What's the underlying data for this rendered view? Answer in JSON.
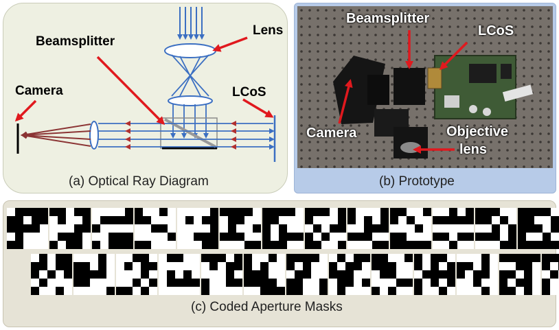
{
  "panel_a": {
    "caption": "(a) Optical Ray Diagram",
    "labels": {
      "lens": "Lens",
      "beamsplitter": "Beamsplitter",
      "camera": "Camera",
      "lcos": "LCoS"
    }
  },
  "panel_b": {
    "caption": "(b) Prototype",
    "labels": {
      "beamsplitter": "Beamsplitter",
      "lcos": "LCoS",
      "camera": "Camera",
      "objective_line1": "Objective",
      "objective_line2": "lens"
    }
  },
  "panel_c": {
    "caption": "(c) Coded Aperture Masks",
    "row1": [
      "1000000100000011011100111",
      "0010010110111001000101001",
      "1111010000011111100001000",
      "0110100111110011111000111",
      "1111010100111101100011100",
      "0000110011101100001111100",
      "0000100111010110100000011",
      "0001001110101000101100110",
      "0111001010110000001111100",
      "0011001011111010011100000",
      "1101000000111110010011011",
      "0001100101110100001011100",
      "0000100110000100110100000"
    ],
    "row2": [
      "1010000100010101011101101",
      "1110100101000010011111110",
      "1100110100111011101000101",
      "1001111111101011000011111",
      "0001010100111010110001111",
      "0110101011000110000111000",
      "0000101011100110011000110",
      "1010001001000111001010111",
      "0011000011100111110001011",
      "0100101010100000101001101",
      "1110100101010011101111101",
      "0000011001001010100100101",
      "0000001001101110111101111"
    ]
  },
  "colors": {
    "ray_blue": "#3b6fc2",
    "ray_red": "#8b3434",
    "arrow_red": "#e0191e",
    "panel_a_bg": "#eef0e2",
    "panel_b_bg": "#b7cbe8",
    "panel_c_bg": "#e6e3d6"
  }
}
